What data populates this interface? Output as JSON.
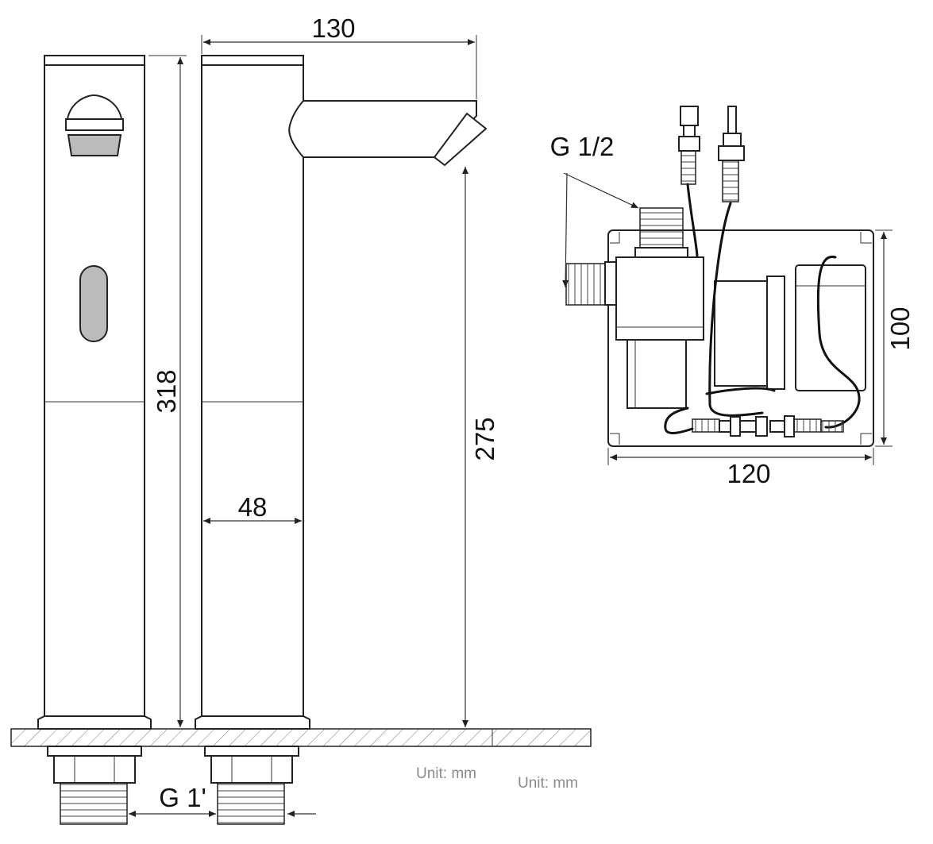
{
  "dimensions": {
    "spout_reach": "130",
    "total_height": "318",
    "spout_height": "275",
    "body_diameter": "48",
    "inlet_thread_box": "G 1/2",
    "inlet_thread_tap": "G 1'",
    "box_width": "120",
    "box_height": "100"
  },
  "units": [
    "Unit: mm",
    "Unit: mm"
  ],
  "colors": {
    "line": "#222222",
    "sensor_fill": "#bbbbbb",
    "unit_text": "#8a8a8a"
  }
}
